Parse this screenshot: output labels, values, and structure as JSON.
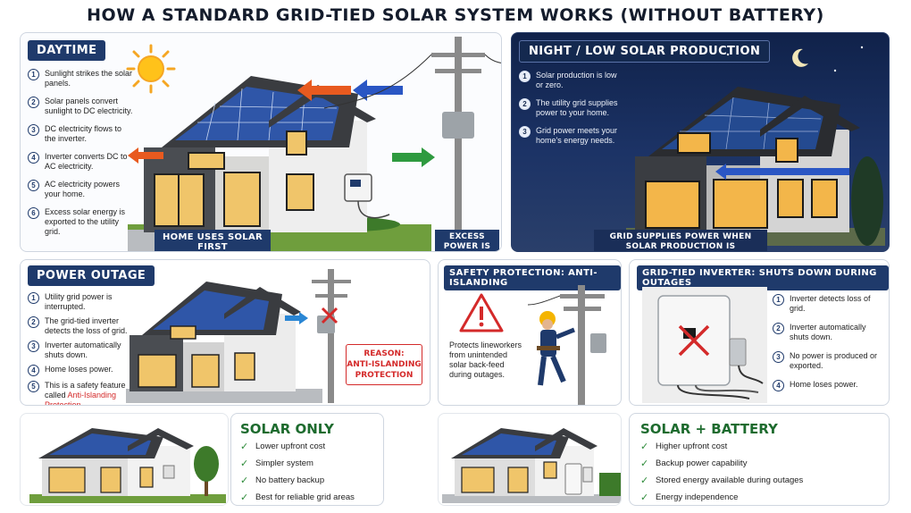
{
  "title": "HOW A STANDARD GRID-TIED SOLAR SYSTEM WORKS (WITHOUT BATTERY)",
  "daytime": {
    "header": "DAYTIME",
    "steps": [
      {
        "n": "1",
        "text": "Sunlight strikes the solar panels."
      },
      {
        "n": "2",
        "text": "Solar panels convert sunlight to DC electricity."
      },
      {
        "n": "3",
        "text": "DC electricity flows to the inverter."
      },
      {
        "n": "4",
        "text": "Inverter converts DC to AC electricity."
      },
      {
        "n": "5",
        "text": "AC electricity powers your home."
      },
      {
        "n": "6",
        "text": "Excess solar energy is exported to the utility grid."
      }
    ],
    "caption_home": "HOME USES SOLAR FIRST",
    "caption_excess": "EXCESS POWER IS EXPORTED"
  },
  "night": {
    "header": "NIGHT / LOW  SOLAR PRODUCTION",
    "steps": [
      {
        "n": "1",
        "text": "Solar production is low or zero."
      },
      {
        "n": "2",
        "text": "The utility grid supplies power to your home."
      },
      {
        "n": "3",
        "text": "Grid power meets your home's energy needs."
      }
    ],
    "caption": "GRID SUPPLIES POWER WHEN SOLAR PRODUCTION IS INSUFFICIENT"
  },
  "outage": {
    "header": "POWER OUTAGE",
    "steps": [
      {
        "n": "1",
        "text": "Utility grid power is interrupted."
      },
      {
        "n": "2",
        "text": "The grid-tied inverter detects the loss of grid."
      },
      {
        "n": "3",
        "text": "Inverter automatically shuts down."
      },
      {
        "n": "4",
        "text": "Home loses power."
      },
      {
        "n": "5",
        "text": "This is a safety feature called"
      }
    ],
    "step5_highlight": "Anti-Islanding Protection.",
    "reason_label": "REASON:",
    "reason_text": "ANTI-ISLANDING PROTECTION"
  },
  "safety": {
    "header": "SAFETY PROTECTION: ANTI-ISLANDING",
    "text": "Protects lineworkers from unintended solar back-feed during outages."
  },
  "inverter": {
    "header": "GRID-TIED INVERTER: SHUTS DOWN DURING OUTAGES",
    "steps": [
      {
        "n": "1",
        "text": "Inverter detects loss of grid."
      },
      {
        "n": "2",
        "text": "Inverter automatically shuts down."
      },
      {
        "n": "3",
        "text": "No power is produced or exported."
      },
      {
        "n": "4",
        "text": "Home loses power."
      }
    ]
  },
  "solar_only": {
    "title": "SOLAR ONLY",
    "items": [
      "Lower upfront cost",
      "Simpler system",
      "No battery backup",
      "Best for reliable grid areas"
    ]
  },
  "solar_battery": {
    "title": "SOLAR + BATTERY",
    "items": [
      "Higher upfront cost",
      "Backup power capability",
      "Stored energy available during outages",
      "Energy independence"
    ]
  },
  "colors": {
    "navy": "#1f3a6b",
    "alert_red": "#d42a2a",
    "check_green": "#2e8b3a",
    "export_orange": "#e85a1f",
    "import_blue": "#2a56c4"
  }
}
